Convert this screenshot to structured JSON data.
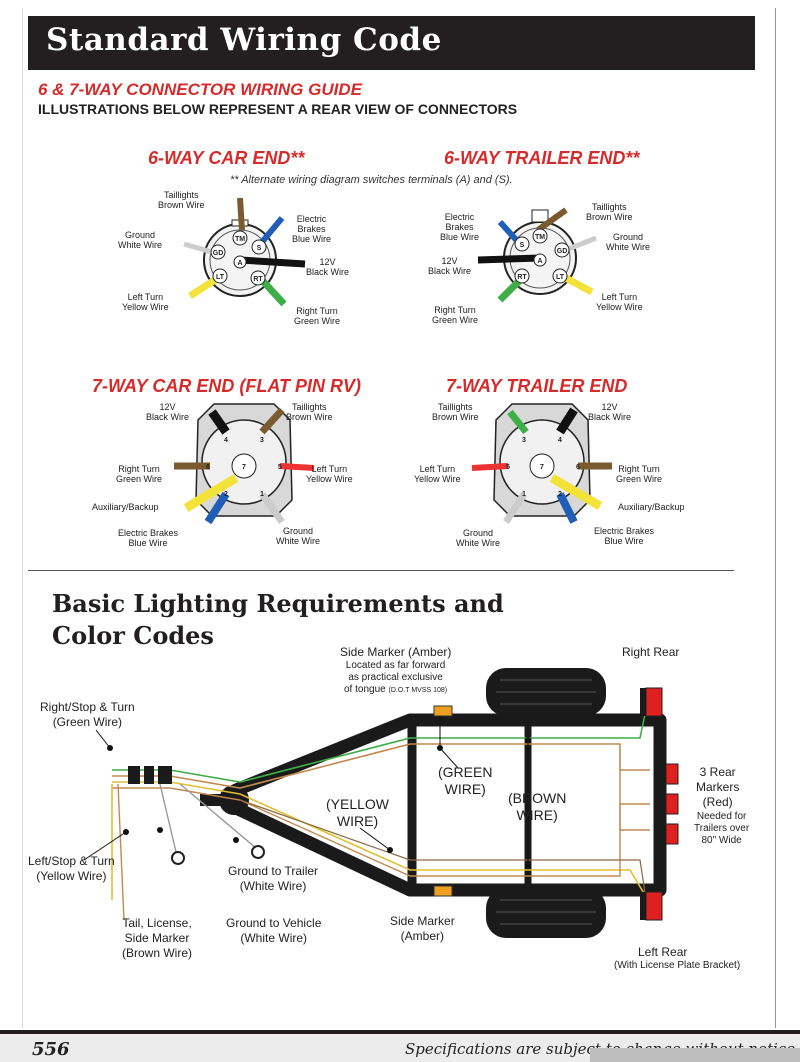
{
  "header": {
    "title": "Standard Wiring Code"
  },
  "guide": {
    "title": "6 & 7-WAY CONNECTOR WIRING GUIDE",
    "subtitle": "ILLUSTRATIONS BELOW REPRESENT A REAR VIEW OF CONNECTORS",
    "note": "** Alternate wiring diagram switches terminals (A) and (S)."
  },
  "six_car": {
    "title": "6-WAY CAR END**",
    "taillights": [
      "Taillights",
      "Brown Wire"
    ],
    "ground": [
      "Ground",
      "White Wire"
    ],
    "electric": [
      "Electric",
      "Brakes",
      "Blue Wire"
    ],
    "v12": [
      "12V",
      "Black Wire"
    ],
    "left": [
      "Left Turn",
      "Yellow Wire"
    ],
    "right": [
      "Right Turn",
      "Green Wire"
    ],
    "pins": [
      "TM",
      "S",
      "GD",
      "A",
      "RT",
      "LT"
    ]
  },
  "six_trailer": {
    "title": "6-WAY TRAILER END**",
    "electric": [
      "Electric",
      "Brakes",
      "Blue Wire"
    ],
    "taillights": [
      "Taillights",
      "Brown Wire"
    ],
    "ground": [
      "Ground",
      "White Wire"
    ],
    "v12": [
      "12V",
      "Black Wire"
    ],
    "right": [
      "Right Turn",
      "Green Wire"
    ],
    "left": [
      "Left Turn",
      "Yellow Wire"
    ],
    "pins": [
      "S",
      "TM",
      "A",
      "GD",
      "RT",
      "LT"
    ]
  },
  "seven_car": {
    "title": "7-WAY CAR END (FLAT PIN RV)",
    "v12": [
      "12V",
      "Black Wire"
    ],
    "taillights": [
      "Taillights",
      "Brown Wire"
    ],
    "right": [
      "Right Turn",
      "Green Wire"
    ],
    "left": [
      "Left Turn",
      "Yellow Wire"
    ],
    "aux": "Auxiliary/Backup",
    "electric": [
      "Electric Brakes",
      "Blue Wire"
    ],
    "ground": [
      "Ground",
      "White Wire"
    ],
    "pins": [
      "4",
      "3",
      "6",
      "7",
      "5",
      "2",
      "1"
    ]
  },
  "seven_trailer": {
    "title": "7-WAY TRAILER END",
    "taillights": [
      "Taillights",
      "Brown Wire"
    ],
    "v12": [
      "12V",
      "Black Wire"
    ],
    "left": [
      "Left Turn",
      "Yellow Wire"
    ],
    "right": [
      "Right Turn",
      "Green Wire"
    ],
    "aux": "Auxiliary/Backup",
    "ground": [
      "Ground",
      "White Wire"
    ],
    "electric": [
      "Electric Brakes",
      "Blue Wire"
    ],
    "pins": [
      "3",
      "4",
      "5",
      "7",
      "6",
      "2",
      "1"
    ]
  },
  "basic": {
    "title_line1": "Basic Lighting Requirements and",
    "title_line2": "Color Codes",
    "side_marker_top": [
      "Side Marker (Amber)",
      "Located as far forward",
      "as practical exclusive",
      "of tongue"
    ],
    "dot_ref": "(D.O.T MVSS 108)",
    "right_rear": "Right Rear",
    "right_stop": [
      "Right/Stop & Turn",
      "(Green Wire)"
    ],
    "green_wire": [
      "(GREEN",
      "WIRE)"
    ],
    "brown_wire": [
      "(BROWN",
      "WIRE)"
    ],
    "yellow_wire": [
      "(YELLOW",
      "WIRE)"
    ],
    "three_rear": [
      "3 Rear",
      "Markers",
      "(Red)"
    ],
    "needed": [
      "Needed for",
      "Trailers over",
      "80\" Wide"
    ],
    "left_stop": [
      "Left/Stop & Turn",
      "(Yellow Wire)"
    ],
    "ground_trailer": [
      "Ground to Trailer",
      "(White Wire)"
    ],
    "ground_vehicle": [
      "Ground to Vehicle",
      "(White Wire)"
    ],
    "tail": [
      "Tail, License,",
      "Side Marker",
      "(Brown Wire)"
    ],
    "side_marker_bottom": [
      "Side Marker",
      "(Amber)"
    ],
    "left_rear": "Left Rear",
    "license": "(With License Plate Bracket)"
  },
  "footer": {
    "page": "556",
    "spec": "Specifications are subject to change without notice"
  },
  "colors": {
    "red": "#d62b2b",
    "brown": "#7a5a2f",
    "white_wire": "#e8e8e8",
    "blue": "#1f5fb8",
    "black": "#111111",
    "yellow": "#f2e23a",
    "green": "#3fae49",
    "amber": "#f0a020"
  }
}
